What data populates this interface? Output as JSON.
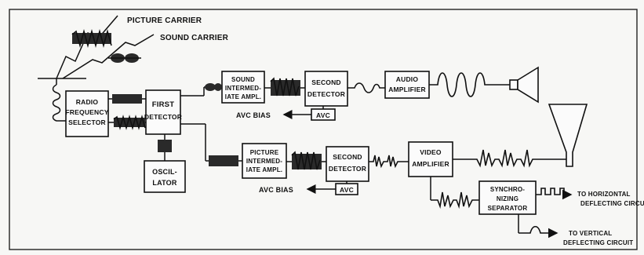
{
  "signals": {
    "picture_carrier": "PICTURE CARRIER",
    "sound_carrier": "SOUND CARRIER"
  },
  "blocks": {
    "rf_selector": [
      "RADIO",
      "FREQUENCY",
      "SELECTOR"
    ],
    "first_detector": [
      "FIRST",
      "DETECTOR"
    ],
    "oscillator": [
      "OSCIL-",
      "LATOR"
    ],
    "sound_if": [
      "SOUND",
      "INTERMED-",
      "IATE AMPL."
    ],
    "sound_second_detector": [
      "SECOND",
      "DETECTOR"
    ],
    "audio_amplifier": [
      "AUDIO",
      "AMPLIFIER"
    ],
    "sound_avc": "AVC",
    "picture_if": [
      "PICTURE",
      "INTERMED-",
      "IATE AMPL."
    ],
    "picture_second_detector": [
      "SECOND",
      "DETECTOR"
    ],
    "picture_avc": "AVC",
    "video_amplifier": [
      "VIDEO",
      "AMPLIFIER"
    ],
    "sync_separator": [
      "SYNCHRO-",
      "NIZING",
      "SEPARATOR"
    ]
  },
  "labels": {
    "sound_avc_bias": "AVC BIAS",
    "picture_avc_bias": "AVC BIAS",
    "to_horizontal": [
      "TO HORIZONTAL",
      "DEFLECTING CIRCUIT"
    ],
    "to_vertical": [
      "TO VERTICAL",
      "DEFLECTING CIRCUIT"
    ]
  }
}
